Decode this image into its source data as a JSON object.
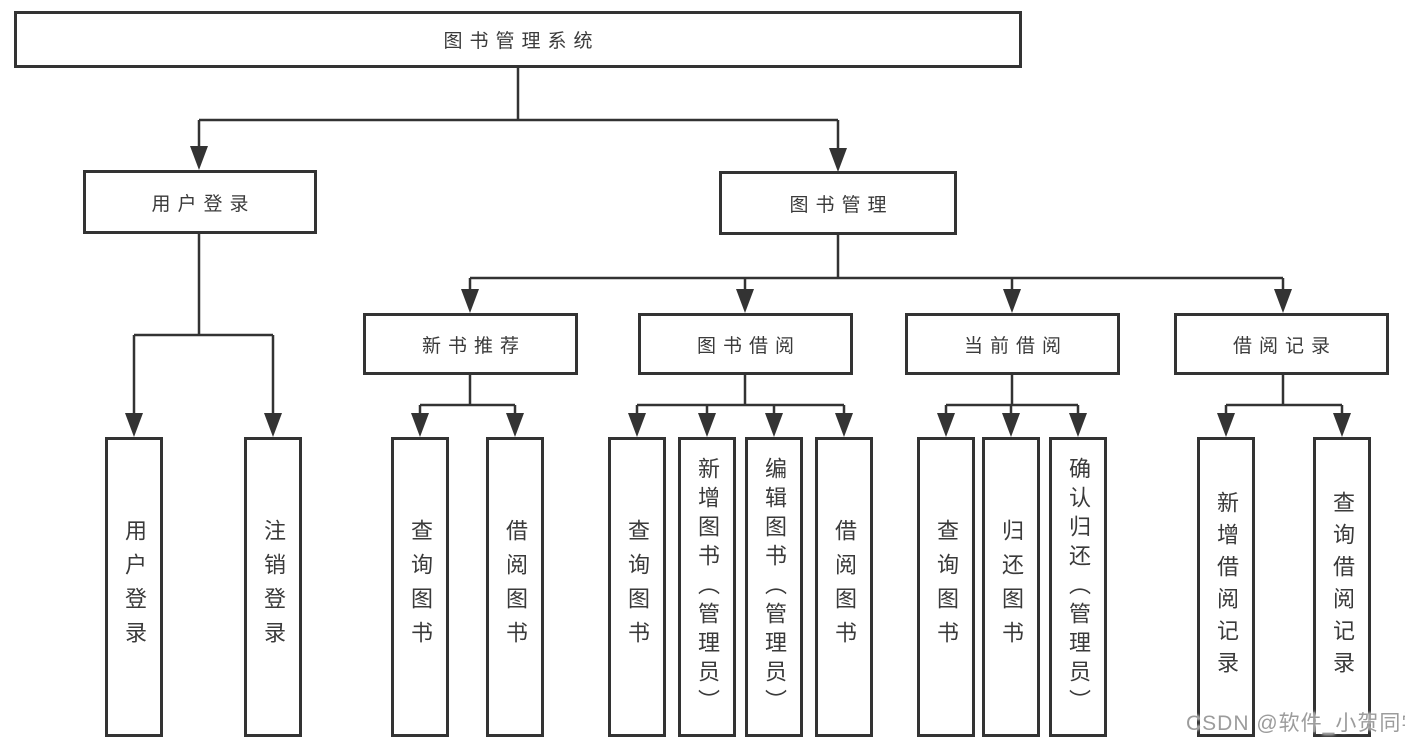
{
  "diagram": {
    "root": {
      "label": "图书管理系统"
    },
    "branches": {
      "user_login": {
        "label": "用户登录",
        "children": [
          {
            "label": "用户登录"
          },
          {
            "label": "注销登录"
          }
        ]
      },
      "book_management": {
        "label": "图书管理",
        "children": [
          {
            "label": "新书推荐",
            "children": [
              {
                "label": "查询图书"
              },
              {
                "label": "借阅图书"
              }
            ]
          },
          {
            "label": "图书借阅",
            "children": [
              {
                "label": "查询图书"
              },
              {
                "label": "新增图书（管理员）"
              },
              {
                "label": "编辑图书（管理员）"
              },
              {
                "label": "借阅图书"
              }
            ]
          },
          {
            "label": "当前借阅",
            "children": [
              {
                "label": "查询图书"
              },
              {
                "label": "归还图书"
              },
              {
                "label": "确认归还（管理员）"
              }
            ]
          },
          {
            "label": "借阅记录",
            "children": [
              {
                "label": "新增借阅记录"
              },
              {
                "label": "查询借阅记录"
              }
            ]
          }
        ]
      }
    }
  },
  "watermark": {
    "text": "CSDN @软件_小贺同学"
  },
  "colors": {
    "line": "#333333",
    "box_border": "#333333",
    "text": "#3a3a3a",
    "watermark": "#9c9c9c",
    "background": "#ffffff"
  }
}
